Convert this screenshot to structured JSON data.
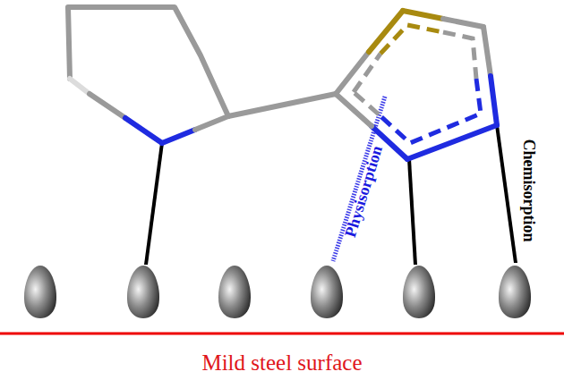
{
  "diagram": {
    "labels": [
      "Physisorption",
      "Chemisorption",
      "Mild steel surface"
    ]
  }
}
